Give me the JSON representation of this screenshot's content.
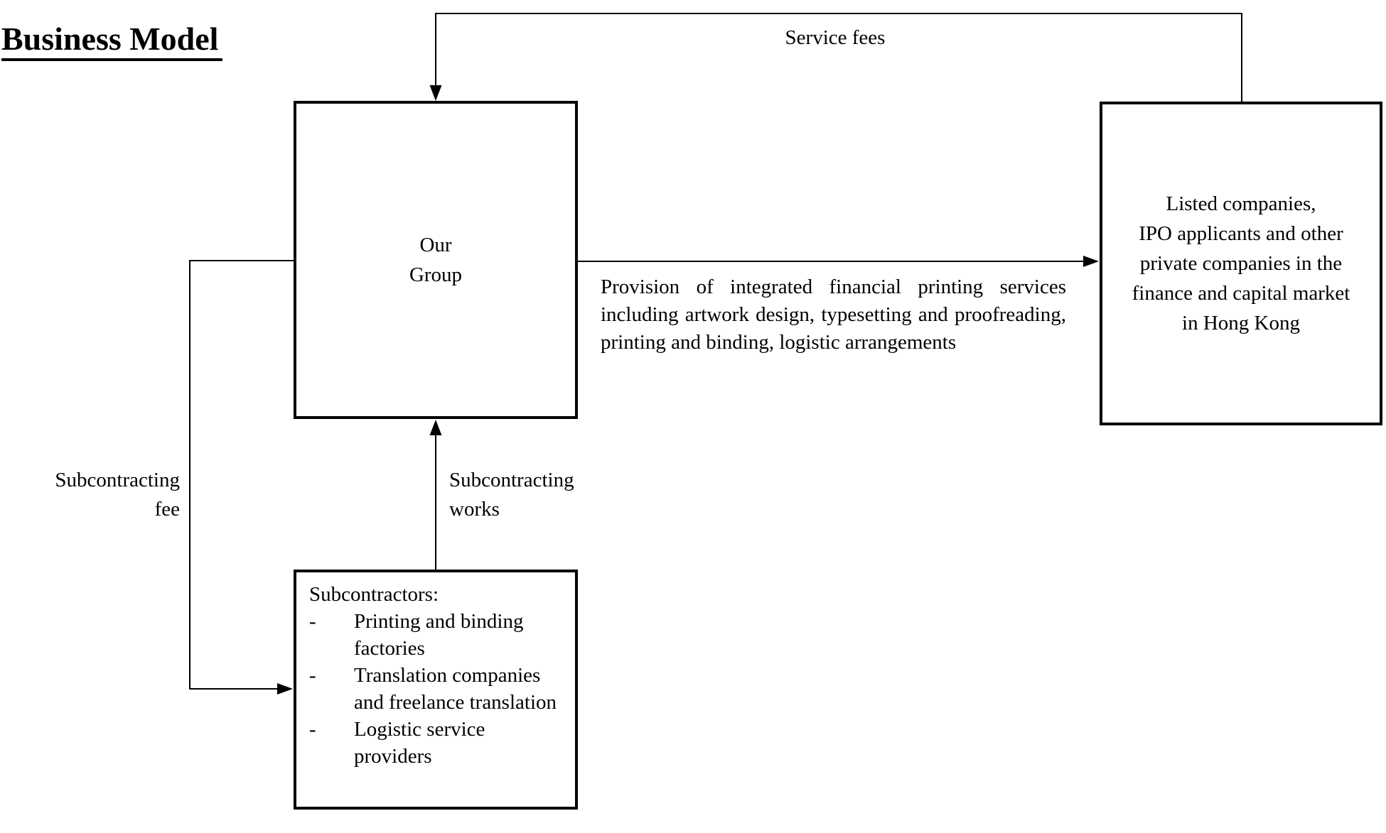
{
  "title": "Business Model",
  "boxes": {
    "our_group": {
      "text": "Our\nGroup"
    },
    "clients": {
      "text": "Listed companies,\nIPO applicants and other\nprivate companies in the\nfinance and capital market\nin Hong Kong"
    },
    "subcontractors": {
      "heading": "Subcontractors:",
      "items": [
        {
          "bullet": "-",
          "text": "Printing and binding factories"
        },
        {
          "bullet": "-",
          "text": "Translation companies and freelance translation"
        },
        {
          "bullet": "-",
          "text": "Logistic service providers"
        }
      ]
    }
  },
  "labels": {
    "service_fees": "Service fees",
    "provision": "Provision of integrated financial printing services including artwork design, typesetting and proofreading, printing and binding, logistic arrangements",
    "subcontracting_fee": "Subcontracting\nfee",
    "subcontracting_works": "Subcontracting\nworks"
  },
  "colors": {
    "line": "#000000",
    "background": "#ffffff"
  }
}
